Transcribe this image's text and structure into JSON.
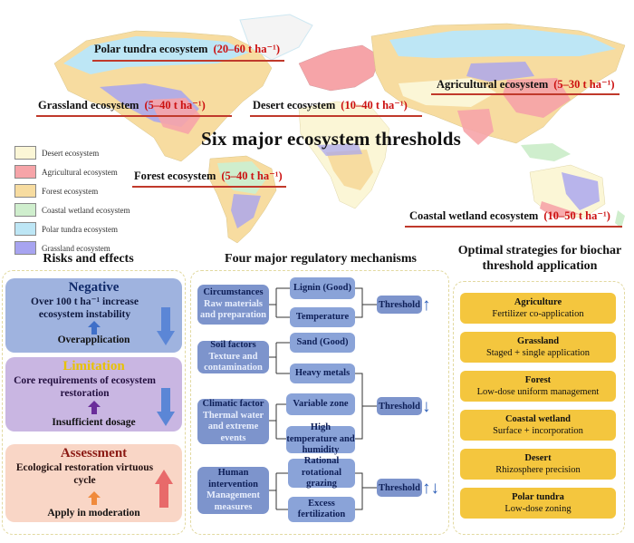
{
  "map": {
    "title": "Six major ecosystem thresholds",
    "labels": [
      {
        "name": "Polar tundra ecosystem",
        "value": "(20–60 t ha⁻¹)"
      },
      {
        "name": "Agricultural ecosystem",
        "value": "(5–30 t ha⁻¹)"
      },
      {
        "name": "Grassland ecosystem",
        "value": "(5–40 t ha⁻¹)"
      },
      {
        "name": "Desert ecosystem",
        "value": "(10–40 t ha⁻¹)"
      },
      {
        "name": "Forest ecosystem",
        "value": "(5–40 t ha⁻¹)"
      },
      {
        "name": "Coastal wetland ecosystem",
        "value": "(10–50 t ha⁻¹)"
      }
    ],
    "legend": [
      {
        "label": "Desert ecosystem",
        "color": "#fbf6d6"
      },
      {
        "label": "Agricultural ecosystem",
        "color": "#f6a4a8"
      },
      {
        "label": "Forest ecosystem",
        "color": "#f7dca0"
      },
      {
        "label": "Coastal wetland ecosystem",
        "color": "#cfeecd"
      },
      {
        "label": "Polar tundra ecosystem",
        "color": "#bde6f5"
      },
      {
        "label": "Grassland ecosystem",
        "color": "#a7a4f0"
      }
    ]
  },
  "risks": {
    "title": "Risks and effects",
    "negative": {
      "head": "Negative",
      "text": "Over 100 t ha⁻¹ increase ecosystem instability",
      "sub": "Overapplication"
    },
    "limitation": {
      "head": "Limitation",
      "text": "Core requirements of ecosystem restoration",
      "sub": "Insufficient dosage"
    },
    "assessment": {
      "head": "Assessment",
      "text": "Ecological restoration virtuous cycle",
      "sub": "Apply in moderation"
    }
  },
  "mechanisms": {
    "title": "Four major regulatory mechanisms",
    "threshold_label": "Threshold",
    "categories": [
      {
        "head": "Circumstances",
        "sub": "Raw materials and preparation"
      },
      {
        "head": "Soil factors",
        "sub": "Texture and contamination"
      },
      {
        "head": "Climatic factor",
        "sub": "Thermal water and extreme events"
      },
      {
        "head": "Human intervention",
        "sub": "Management measures"
      }
    ],
    "items": [
      "Lignin (Good)",
      "Temperature",
      "Sand (Good)",
      "Heavy metals",
      "Variable zone",
      "High temperature and humidity",
      "Rational rotational grazing",
      "Excess fertilization"
    ],
    "arrows": [
      "↑",
      "↓",
      "↑↓"
    ]
  },
  "strategies": {
    "title": "Optimal strategies for biochar threshold application",
    "items": [
      {
        "head": "Agriculture",
        "detail": "Fertilizer co-application"
      },
      {
        "head": "Grassland",
        "detail": "Staged + single application"
      },
      {
        "head": "Forest",
        "detail": "Low-dose uniform management"
      },
      {
        "head": "Coastal wetland",
        "detail": "Surface + incorporation"
      },
      {
        "head": "Desert",
        "detail": "Rhizosphere precision"
      },
      {
        "head": "Polar tundra",
        "detail": "Low-dose zoning"
      }
    ]
  }
}
